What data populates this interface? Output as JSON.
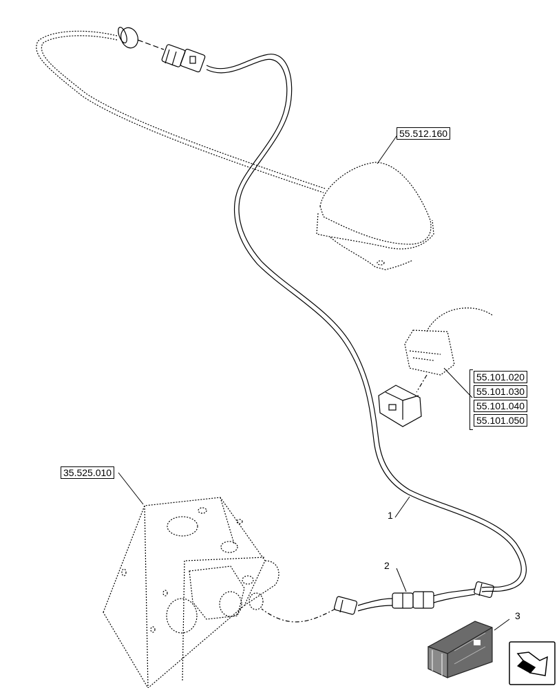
{
  "references": {
    "seat_ref": "55.512.160",
    "valve_ref": "35.525.010",
    "module_refs": [
      "55.101.020",
      "55.101.030",
      "55.101.040",
      "55.101.050"
    ]
  },
  "callouts": {
    "item_1": "1",
    "item_2": "2",
    "item_3": "3"
  },
  "icons": {
    "kit_box": "parts-kit-box-icon",
    "nav": "arrow-navigation-icon"
  }
}
